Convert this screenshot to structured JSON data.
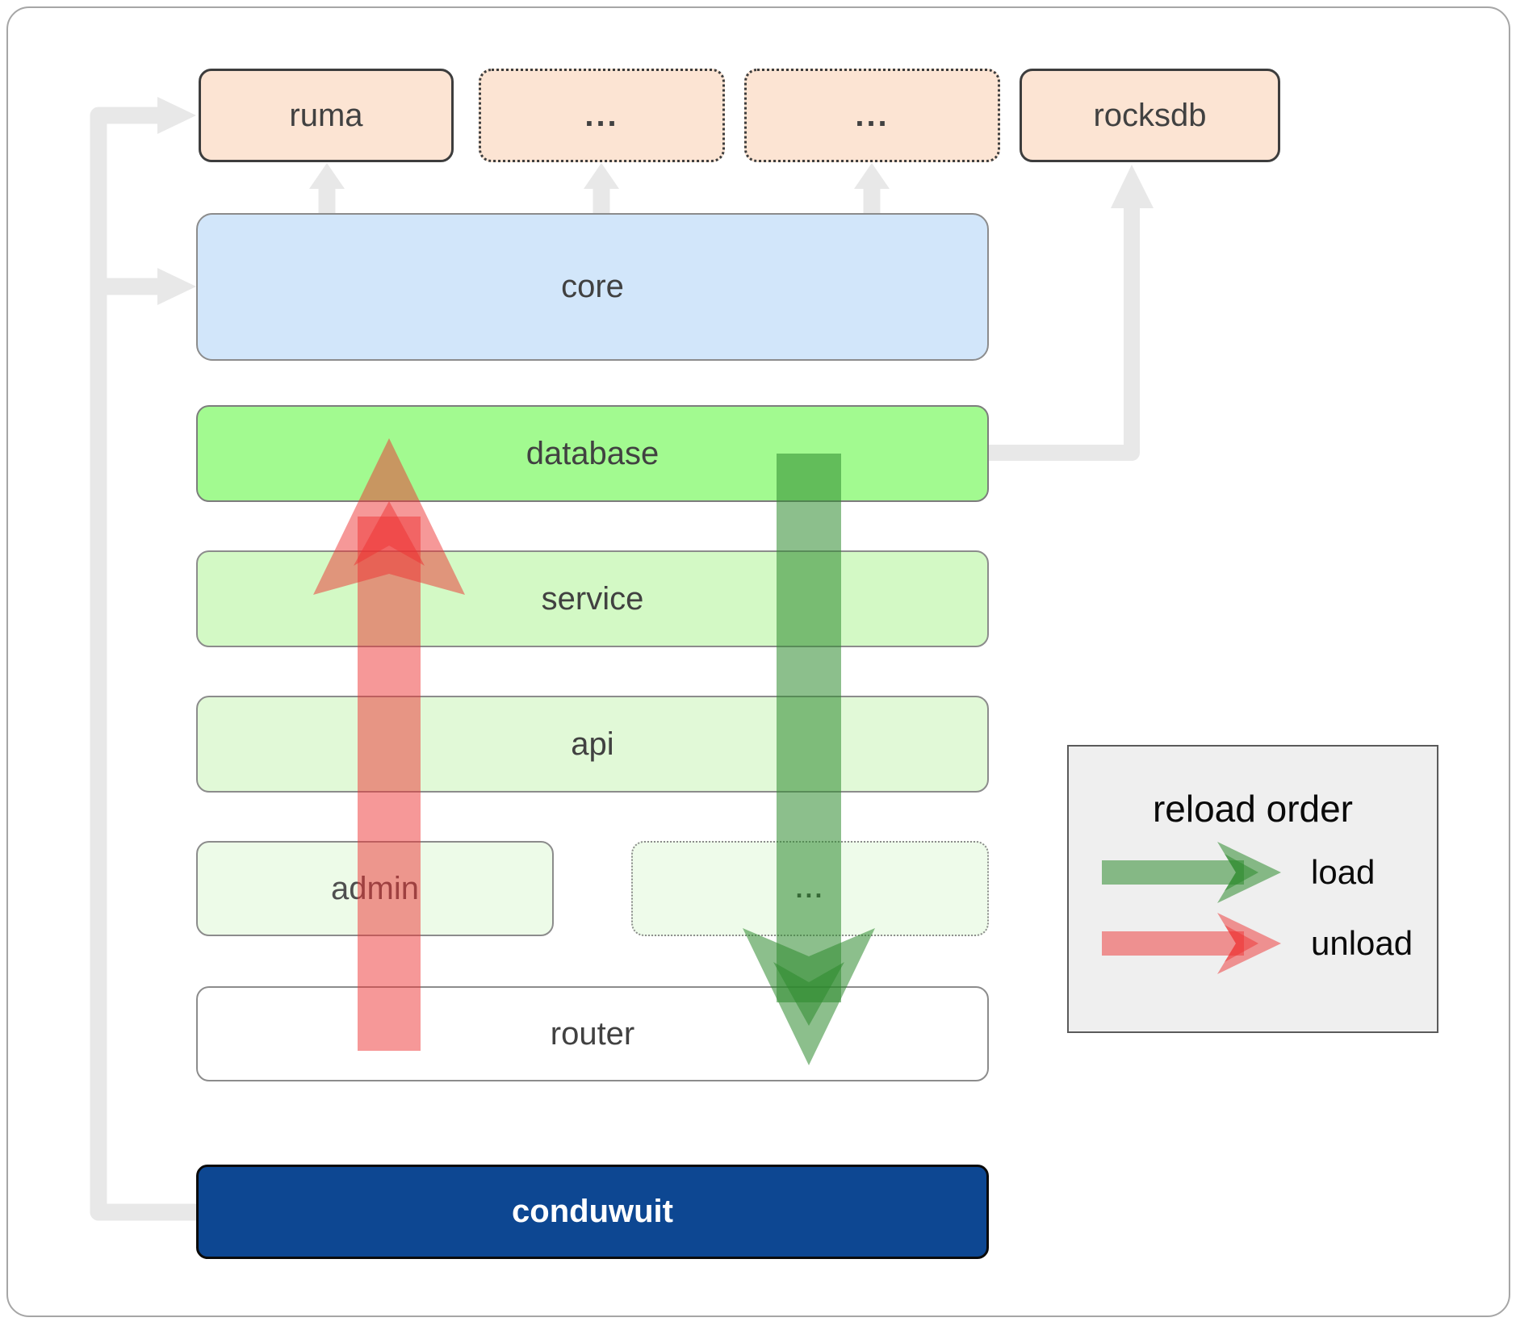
{
  "nodes": {
    "ruma": {
      "label": "ruma"
    },
    "dots_top_left": {
      "label": "..."
    },
    "dots_top_right": {
      "label": "..."
    },
    "rocksdb": {
      "label": "rocksdb"
    },
    "core": {
      "label": "core"
    },
    "database": {
      "label": "database"
    },
    "service": {
      "label": "service"
    },
    "api": {
      "label": "api"
    },
    "admin": {
      "label": "admin"
    },
    "dots_middle": {
      "label": "..."
    },
    "router": {
      "label": "router"
    },
    "conduwuit": {
      "label": "conduwuit"
    }
  },
  "legend": {
    "title": "reload order",
    "items": [
      {
        "id": "load",
        "label": "load"
      },
      {
        "id": "unload",
        "label": "unload"
      }
    ]
  },
  "colors": {
    "load_arrow": "#2e8b2e",
    "unload_arrow": "#ee3232",
    "connector": "#e8e8e8",
    "node_peach": "#fce4d3",
    "node_core_blue": "#d2e6fa",
    "node_database_green": "#a2fa90",
    "node_service_green": "#d3f9c5",
    "node_api_green": "#e1f9d7",
    "node_admin_green": "#edfbe8",
    "conduwuit_blue": "#0d4792"
  }
}
